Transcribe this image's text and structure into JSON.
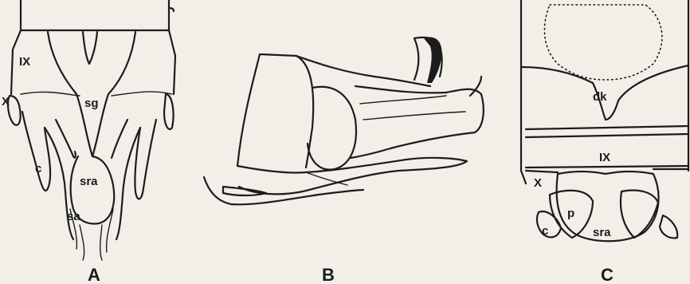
{
  "panels": [
    {
      "caption": "A",
      "labels": {
        "ix": "IX",
        "x": "X",
        "sg": "sg",
        "c": "c",
        "sra": "sra",
        "sa": "sa"
      }
    },
    {
      "caption": "B",
      "labels": {}
    },
    {
      "caption": "C",
      "labels": {
        "dk": "dk",
        "ix": "IX",
        "x": "X",
        "p": "p",
        "c": "c",
        "sra": "sra"
      }
    }
  ]
}
